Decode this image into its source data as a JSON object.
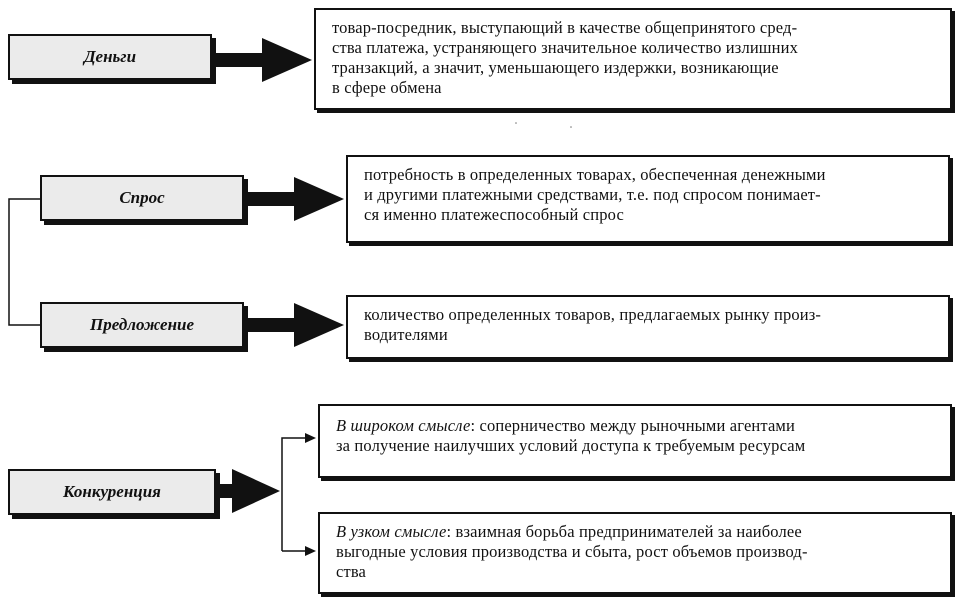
{
  "terms": {
    "money": "Деньги",
    "demand": "Спрос",
    "supply": "Предложение",
    "competition": "Конкуренция"
  },
  "definitions": {
    "money": [
      "товар-посредник, выступающий в качестве общепринятого сред-",
      "ства платежа, устраняющего значительное количество излишних",
      "транзакций, а значит, уменьшающего издержки, возникающие",
      "в сфере обмена"
    ],
    "demand": [
      "потребность в определенных товарах, обеспеченная денежными",
      "и другими платежными средствами, т.е. под спросом понимает-",
      "ся именно платежеспособный спрос"
    ],
    "supply": [
      "количество определенных товаров, предлагаемых рынку произ-",
      "водителями"
    ],
    "competition_broad": {
      "prefix": "В широком смысле",
      "line1_rest": ": соперничество между рыночными агентами",
      "line2": "за получение наилучших условий доступа к требуемым ресурсам"
    },
    "competition_narrow": {
      "prefix": "В узком смысле",
      "line1_rest": ": взаимная борьба предпринимателей за наиболее",
      "line2": "выгодные условия производства и сбыта, рост объемов производ-",
      "line3": "ства"
    }
  }
}
